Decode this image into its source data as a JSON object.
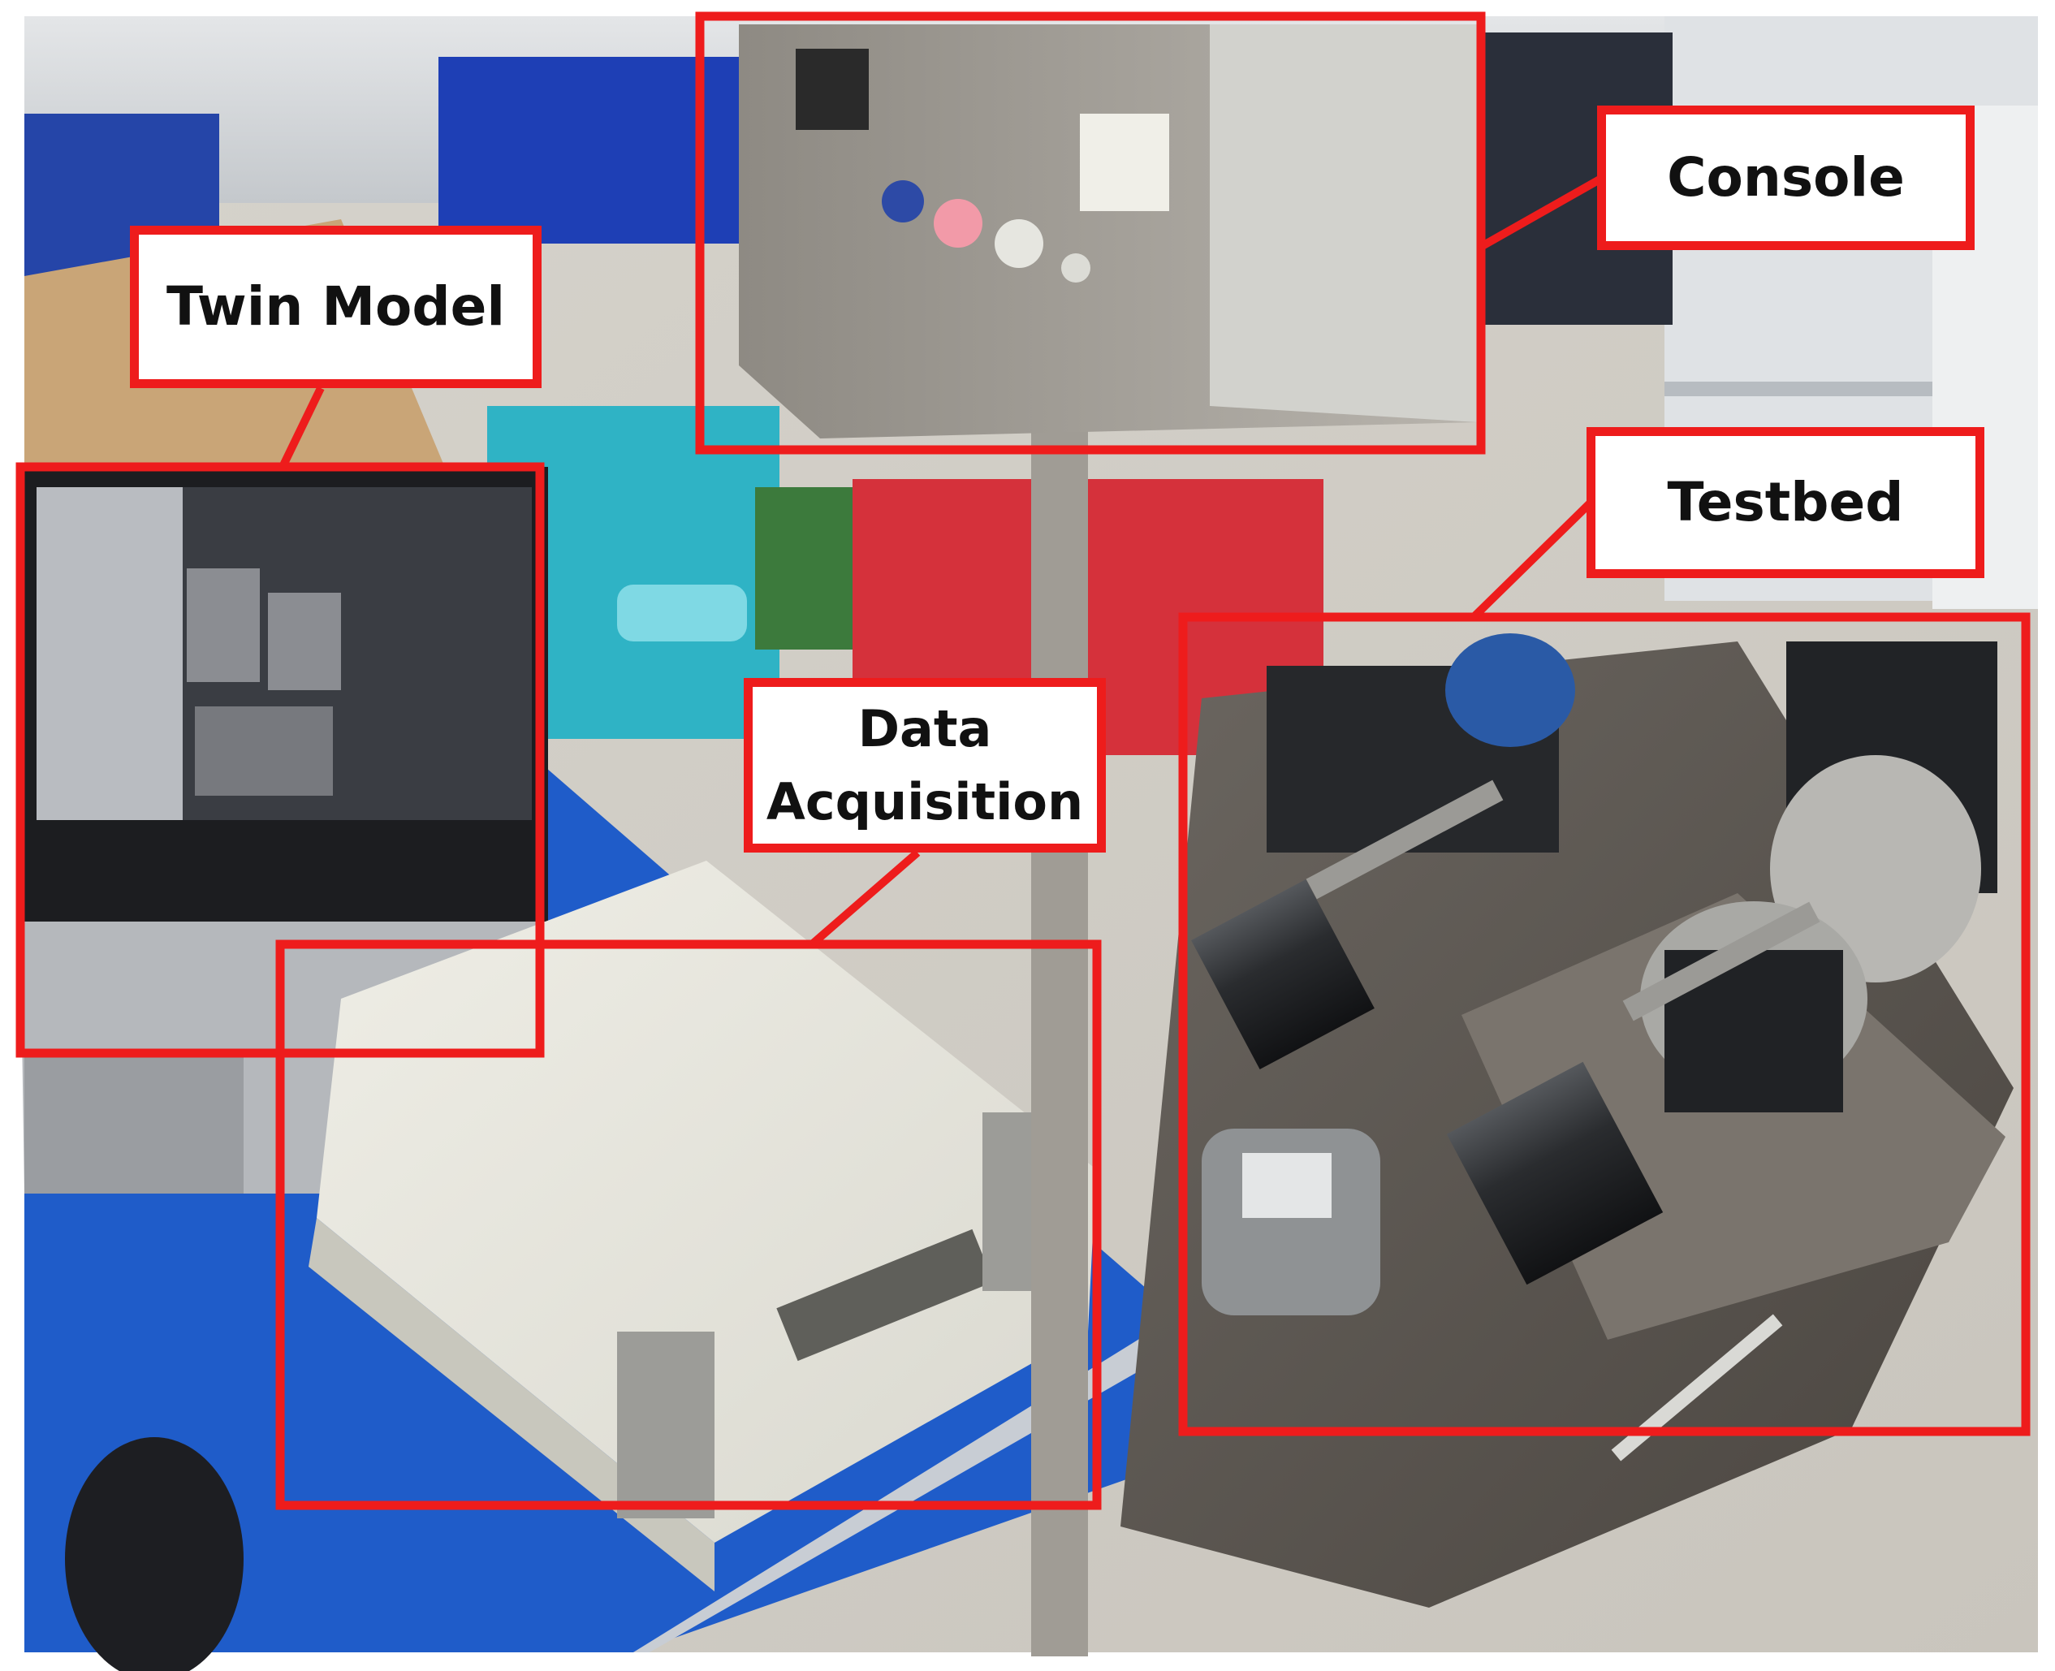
{
  "labels": {
    "twin_model": "Twin Model",
    "console": "Console",
    "testbed": "Testbed",
    "data_acquisition_line1": "Data",
    "data_acquisition_line2": "Acquisition"
  },
  "colors": {
    "annotation_red": "#ee1c1c",
    "label_background": "#ffffff",
    "label_text": "#111111"
  }
}
